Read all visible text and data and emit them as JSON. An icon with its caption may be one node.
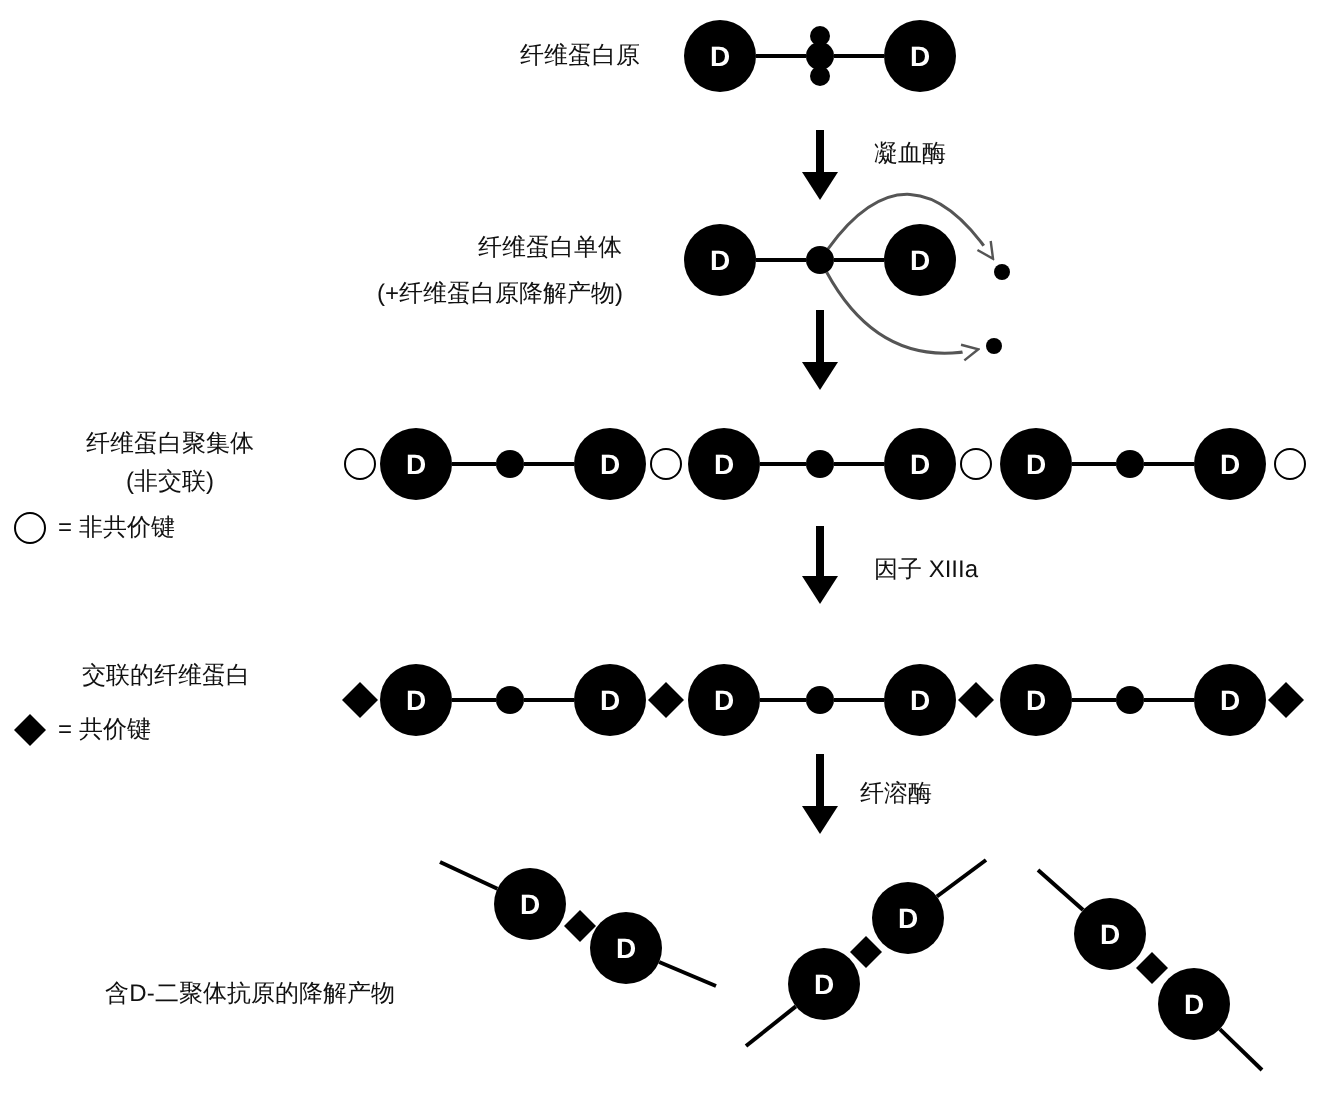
{
  "diagram": {
    "nodes": [
      {
        "text": [
          "D"
        ]
      },
      {
        "text": [],
        "shape": "circle"
      },
      {
        "text": [
          "D"
        ]
      },
      {
        "text": [
          "D"
        ]
      },
      {
        "text": [],
        "shape": "circle"
      },
      {
        "text": [
          "D"
        ]
      },
      {
        "text": [],
        "shape": "circle"
      },
      {
        "text": [],
        "shape": "circle"
      },
      {
        "text": [],
        "shape": "circle"
      },
      {
        "text": [
          "D"
        ]
      },
      {
        "text": [],
        "shape": "circle"
      },
      {
        "text": [
          "D"
        ]
      },
      {
        "text": [],
        "shape": "circle"
      },
      {
        "text": [
          "D"
        ]
      },
      {
        "text": [],
        "shape": "circle"
      },
      {
        "text": [
          "D"
        ]
      },
      {
        "text": [],
        "shape": "circle"
      },
      {
        "text": [
          "D"
        ]
      },
      {
        "text": [],
        "shape": "circle"
      },
      {
        "text": [
          "D"
        ]
      },
      {
        "text": [],
        "shape": "circle"
      },
      {
        "text": [],
        "shape": "diamond"
      },
      {
        "text": [
          "D"
        ]
      },
      {
        "text": [],
        "shape": "circle"
      },
      {
        "text": [
          "D"
        ]
      },
      {
        "text": [],
        "shape": "diamond"
      },
      {
        "text": [
          "D"
        ]
      },
      {
        "text": [],
        "shape": "circle"
      },
      {
        "text": [
          "D"
        ]
      },
      {
        "text": [],
        "shape": "diamond"
      },
      {
        "text": [
          "D"
        ]
      },
      {
        "text": [],
        "shape": "circle"
      },
      {
        "text": [
          "D"
        ]
      },
      {
        "text": [],
        "shape": "diamond"
      },
      {
        "text": [
          "D"
        ]
      },
      {
        "text": [],
        "shape": "diamond"
      },
      {
        "text": [
          "D"
        ]
      },
      {
        "text": [
          "D"
        ]
      },
      {
        "text": [],
        "shape": "diamond"
      },
      {
        "text": [
          "D"
        ]
      },
      {
        "text": [
          "D"
        ]
      },
      {
        "text": [],
        "shape": "diamond"
      },
      {
        "text": [
          "D"
        ]
      }
    ],
    "edges": [
      {
        "from": 0,
        "to": 1,
        "arrow": "none"
      },
      {
        "from": 1,
        "to": 2,
        "arrow": "none"
      },
      {
        "from": 3,
        "to": 4,
        "arrow": "none"
      },
      {
        "from": 4,
        "to": 5,
        "arrow": "none"
      },
      {
        "from": 4,
        "to": 6,
        "arrow": "to"
      },
      {
        "from": 4,
        "to": 7,
        "arrow": "to"
      },
      {
        "from": 9,
        "to": 10,
        "arrow": "none"
      },
      {
        "from": 10,
        "to": 11,
        "arrow": "none"
      },
      {
        "from": 13,
        "to": 14,
        "arrow": "none"
      },
      {
        "from": 14,
        "to": 15,
        "arrow": "none"
      },
      {
        "from": 17,
        "to": 18,
        "arrow": "none"
      },
      {
        "from": 18,
        "to": 19,
        "arrow": "none"
      },
      {
        "from": 22,
        "to": 23,
        "arrow": "none"
      },
      {
        "from": 23,
        "to": 24,
        "arrow": "none"
      },
      {
        "from": 26,
        "to": 27,
        "arrow": "none"
      },
      {
        "from": 27,
        "to": 28,
        "arrow": "none"
      },
      {
        "from": 30,
        "to": 31,
        "arrow": "none"
      },
      {
        "from": 31,
        "to": 32,
        "arrow": "none"
      },
      {
        "from": 34,
        "to": null,
        "arrow": "none"
      },
      {
        "from": 36,
        "to": null,
        "arrow": "none"
      },
      {
        "from": 37,
        "to": null,
        "arrow": "none"
      },
      {
        "from": 39,
        "to": null,
        "arrow": "none"
      },
      {
        "from": 40,
        "to": null,
        "arrow": "none"
      },
      {
        "from": 42,
        "to": null,
        "arrow": "none"
      }
    ],
    "labels": [
      "纤维蛋白原",
      "凝血酶",
      "纤维蛋白单体",
      "(+纤维蛋白原降解产物)",
      "纤维蛋白聚集体",
      "(非交联)",
      "因子 XIIIa",
      "交联的纤维蛋白",
      "纤溶酶",
      "含D-二聚体抗原的降解产物"
    ],
    "legend": [
      {
        "text": "= 非共价键"
      },
      {
        "text": "= 共价键"
      }
    ]
  }
}
